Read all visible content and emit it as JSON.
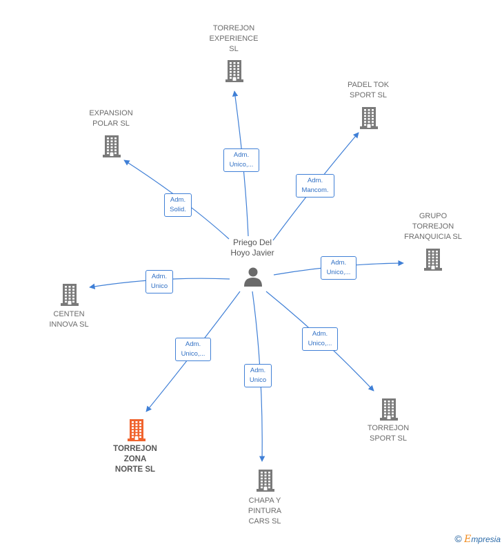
{
  "person": {
    "name": "Priego Del\nHoyo Javier",
    "icon": "person-icon"
  },
  "companies": [
    {
      "id": "torrejon-experience",
      "name": "TORREJON\nEXPERIENCE\nSL",
      "icon": "building-icon",
      "highlight": false
    },
    {
      "id": "padel-tok",
      "name": "PADEL TOK\nSPORT  SL",
      "icon": "building-icon",
      "highlight": false
    },
    {
      "id": "expansion-polar",
      "name": "EXPANSION\nPOLAR  SL",
      "icon": "building-icon",
      "highlight": false
    },
    {
      "id": "grupo-torrejon",
      "name": "GRUPO\nTORREJON\nFRANQUICIA  SL",
      "icon": "building-icon",
      "highlight": false
    },
    {
      "id": "centen-innova",
      "name": "CENTEN\nINNOVA  SL",
      "icon": "building-icon",
      "highlight": false
    },
    {
      "id": "torrejon-zona-norte",
      "name": "TORREJON\nZONA\nNORTE  SL",
      "icon": "building-icon",
      "highlight": true
    },
    {
      "id": "chapa-pintura",
      "name": "CHAPA Y\nPINTURA\nCARS SL",
      "icon": "building-icon",
      "highlight": false
    },
    {
      "id": "torrejon-sport",
      "name": "TORREJON\nSPORT  SL",
      "icon": "building-icon",
      "highlight": false
    }
  ],
  "relations": [
    {
      "target": "torrejon-experience",
      "label": "Adm.\nUnico,..."
    },
    {
      "target": "padel-tok",
      "label": "Adm.\nMancom."
    },
    {
      "target": "expansion-polar",
      "label": "Adm.\nSolid."
    },
    {
      "target": "grupo-torrejon",
      "label": "Adm.\nUnico,..."
    },
    {
      "target": "centen-innova",
      "label": "Adm.\nUnico"
    },
    {
      "target": "torrejon-zona-norte",
      "label": "Adm.\nUnico,..."
    },
    {
      "target": "chapa-pintura",
      "label": "Adm.\nUnico"
    },
    {
      "target": "torrejon-sport",
      "label": "Adm.\nUnico,..."
    }
  ],
  "colors": {
    "edge": "#3f7fd6",
    "building": "#7a7a7a",
    "building_highlight": "#f0642e",
    "person": "#6a6a6a"
  },
  "footer": {
    "copyright": "©",
    "brand_initial": "E",
    "brand_rest": "mpresia"
  }
}
